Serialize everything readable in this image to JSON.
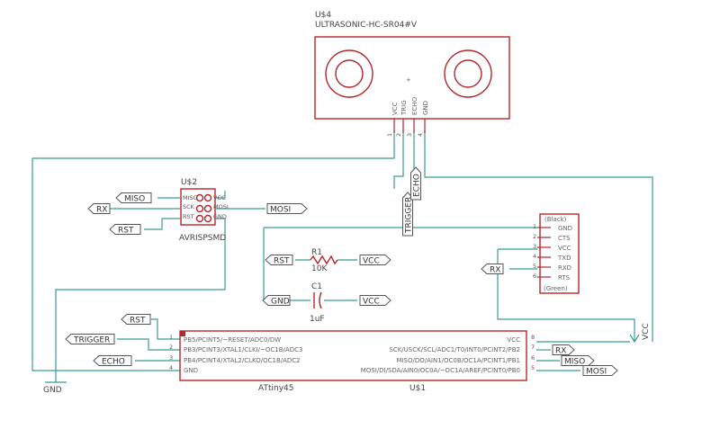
{
  "colors": {
    "wire": "#3a9d8f",
    "part": "#b5262c",
    "text": "#444444"
  },
  "ultrasonic": {
    "name": "U$4",
    "value": "ULTRASONIC-HC-SR04#V",
    "plus": "+",
    "pins": [
      "VCC",
      "TRIG",
      "ECHO",
      "GND"
    ],
    "pin_numbers": [
      "1",
      "2",
      "3",
      "4"
    ]
  },
  "isp": {
    "name": "U$2",
    "value": "AVRISPSMD",
    "left_pins": [
      "MISO",
      "SCK",
      "RST"
    ],
    "right_pins": [
      "VCC",
      "MOSI",
      "GND"
    ]
  },
  "header": {
    "top": "(Black)",
    "bottom": "(Green)",
    "pins": [
      "GND",
      "CTS",
      "VCC",
      "TXD",
      "RXD",
      "RTS"
    ],
    "pin_numbers": [
      "1",
      "2",
      "3",
      "4",
      "5",
      "6"
    ]
  },
  "resistor": {
    "name": "R1",
    "value": "10K"
  },
  "capacitor": {
    "name": "C1",
    "value": "1uF"
  },
  "mcu": {
    "name": "U$1",
    "value": "ATtiny45",
    "left_pins": [
      "PB5/PCINT5/~RESET/ADC0/DW",
      "PB3/PCINT3/XTAL1/CLKI/~OC1B/ADC3",
      "PB4/PCINT4/XTAL2/CLKO/OC1B/ADC2",
      "GND"
    ],
    "left_pin_numbers": [
      "1",
      "2",
      "3",
      "4"
    ],
    "right_pins": [
      "VCC",
      "SCK/USCK/SCL/ADC1/T0/INT0/PCINT2/PB2",
      "MISO/DO/AIN1/OC0B/OC1A/PCINT1/PB1",
      "MOSI/DI/SDA/AIN0/OC0A/~OC1A/AREF/PCINT0/PB0"
    ],
    "right_pin_numbers": [
      "8",
      "7",
      "6",
      "5"
    ]
  },
  "flags": {
    "isp_miso": "MISO",
    "isp_rx": "RX",
    "isp_rst": "RST",
    "isp_mosi": "MOSI",
    "us_trigger": "TRIGGER",
    "us_echo": "ECHO",
    "r_rst": "RST",
    "r_vcc": "VCC",
    "c_gnd": "GND",
    "c_vcc": "VCC",
    "hdr_rx": "RX",
    "mcu_rst": "RST",
    "mcu_trigger": "TRIGGER",
    "mcu_echo": "ECHO",
    "mcu_rx": "RX",
    "mcu_miso": "MISO",
    "mcu_mosi": "MOSI"
  },
  "supply": {
    "gnd": "GND",
    "vcc": "VCC"
  }
}
